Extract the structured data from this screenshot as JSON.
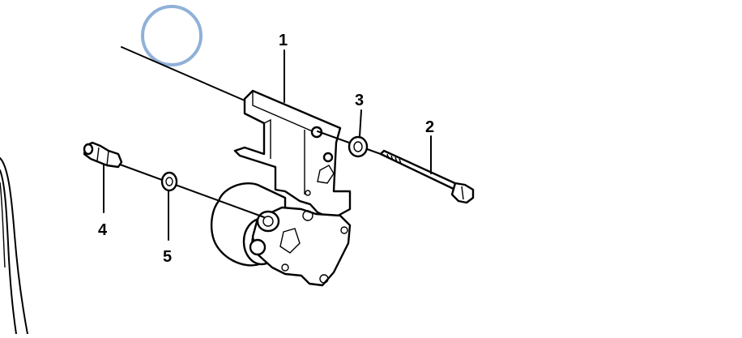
{
  "diagram": {
    "callouts": [
      {
        "id": "c1",
        "label": "1",
        "part": "tensioner-bracket"
      },
      {
        "id": "c2",
        "label": "2",
        "part": "bolt"
      },
      {
        "id": "c3",
        "label": "3",
        "part": "washer"
      },
      {
        "id": "c4",
        "label": "4",
        "part": "grease-nipple"
      },
      {
        "id": "c5",
        "label": "5",
        "part": "sealing-washer"
      }
    ],
    "colors": {
      "line": "#000000",
      "background": "#ffffff",
      "highlight_ring": "#8fb1d9"
    }
  }
}
